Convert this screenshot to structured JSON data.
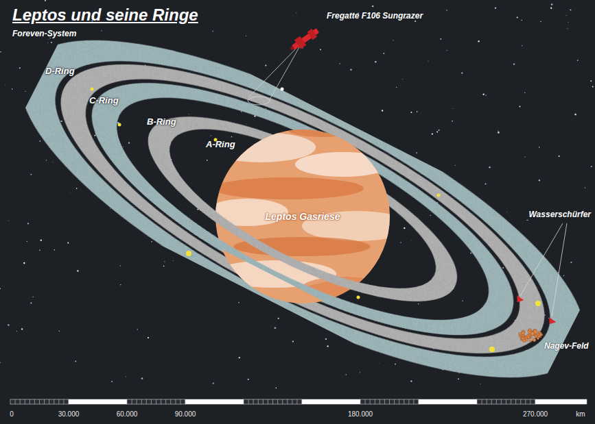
{
  "diagram": {
    "title": "Leptos und seine Ringe",
    "nodes": [
      {
        "text": [
          "Leptos Gasriese"
        ]
      }
    ],
    "labels": [
      "Foreven-System",
      "D-Ring",
      "C-Ring",
      "B-Ring",
      "A-Ring",
      "Fregatte F106 Sungrazer",
      "Wasserschürfer",
      "Nagev-Feld",
      "0",
      "30.000",
      "60.000",
      "90.000",
      "180.000",
      "270.000",
      "km"
    ]
  }
}
